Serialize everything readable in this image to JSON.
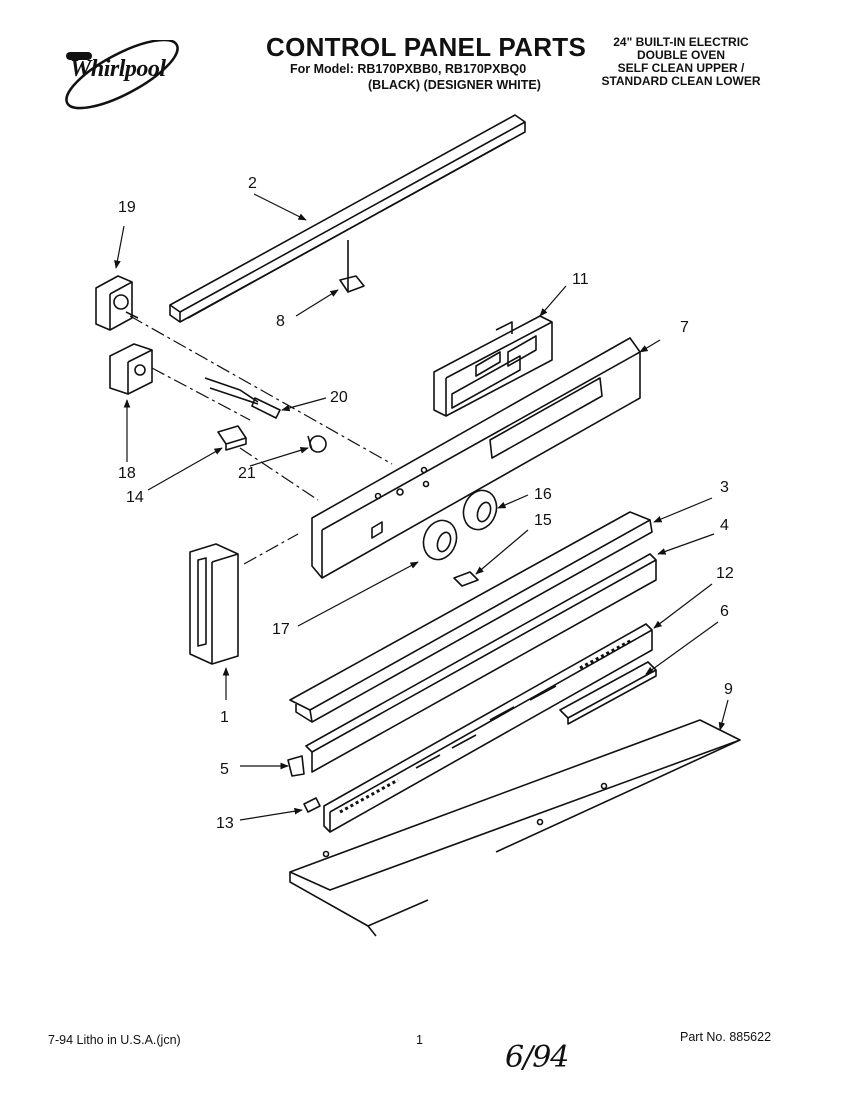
{
  "brand": {
    "name": "Whirlpool"
  },
  "header": {
    "title": "CONTROL PANEL PARTS",
    "model_line": "For Model: RB170PXBB0, RB170PXBQ0",
    "color_line": "(BLACK)  (DESIGNER WHITE)",
    "description": [
      "24\" BUILT-IN ELECTRIC",
      "DOUBLE OVEN",
      "SELF CLEAN UPPER /",
      "STANDARD CLEAN LOWER"
    ]
  },
  "callouts": {
    "c1": "1",
    "c2": "2",
    "c3": "3",
    "c4": "4",
    "c5": "5",
    "c6": "6",
    "c7": "7",
    "c8": "8",
    "c9": "9",
    "c11": "11",
    "c12": "12",
    "c13": "13",
    "c14": "14",
    "c15": "15",
    "c16": "16",
    "c17": "17",
    "c18": "18",
    "c19": "19",
    "c20": "20",
    "c21": "21"
  },
  "footer": {
    "left": "7-94  Litho in U.S.A.(jcn)",
    "page": "1",
    "part_number": "Part No. 885622",
    "handwritten": "6/94"
  }
}
